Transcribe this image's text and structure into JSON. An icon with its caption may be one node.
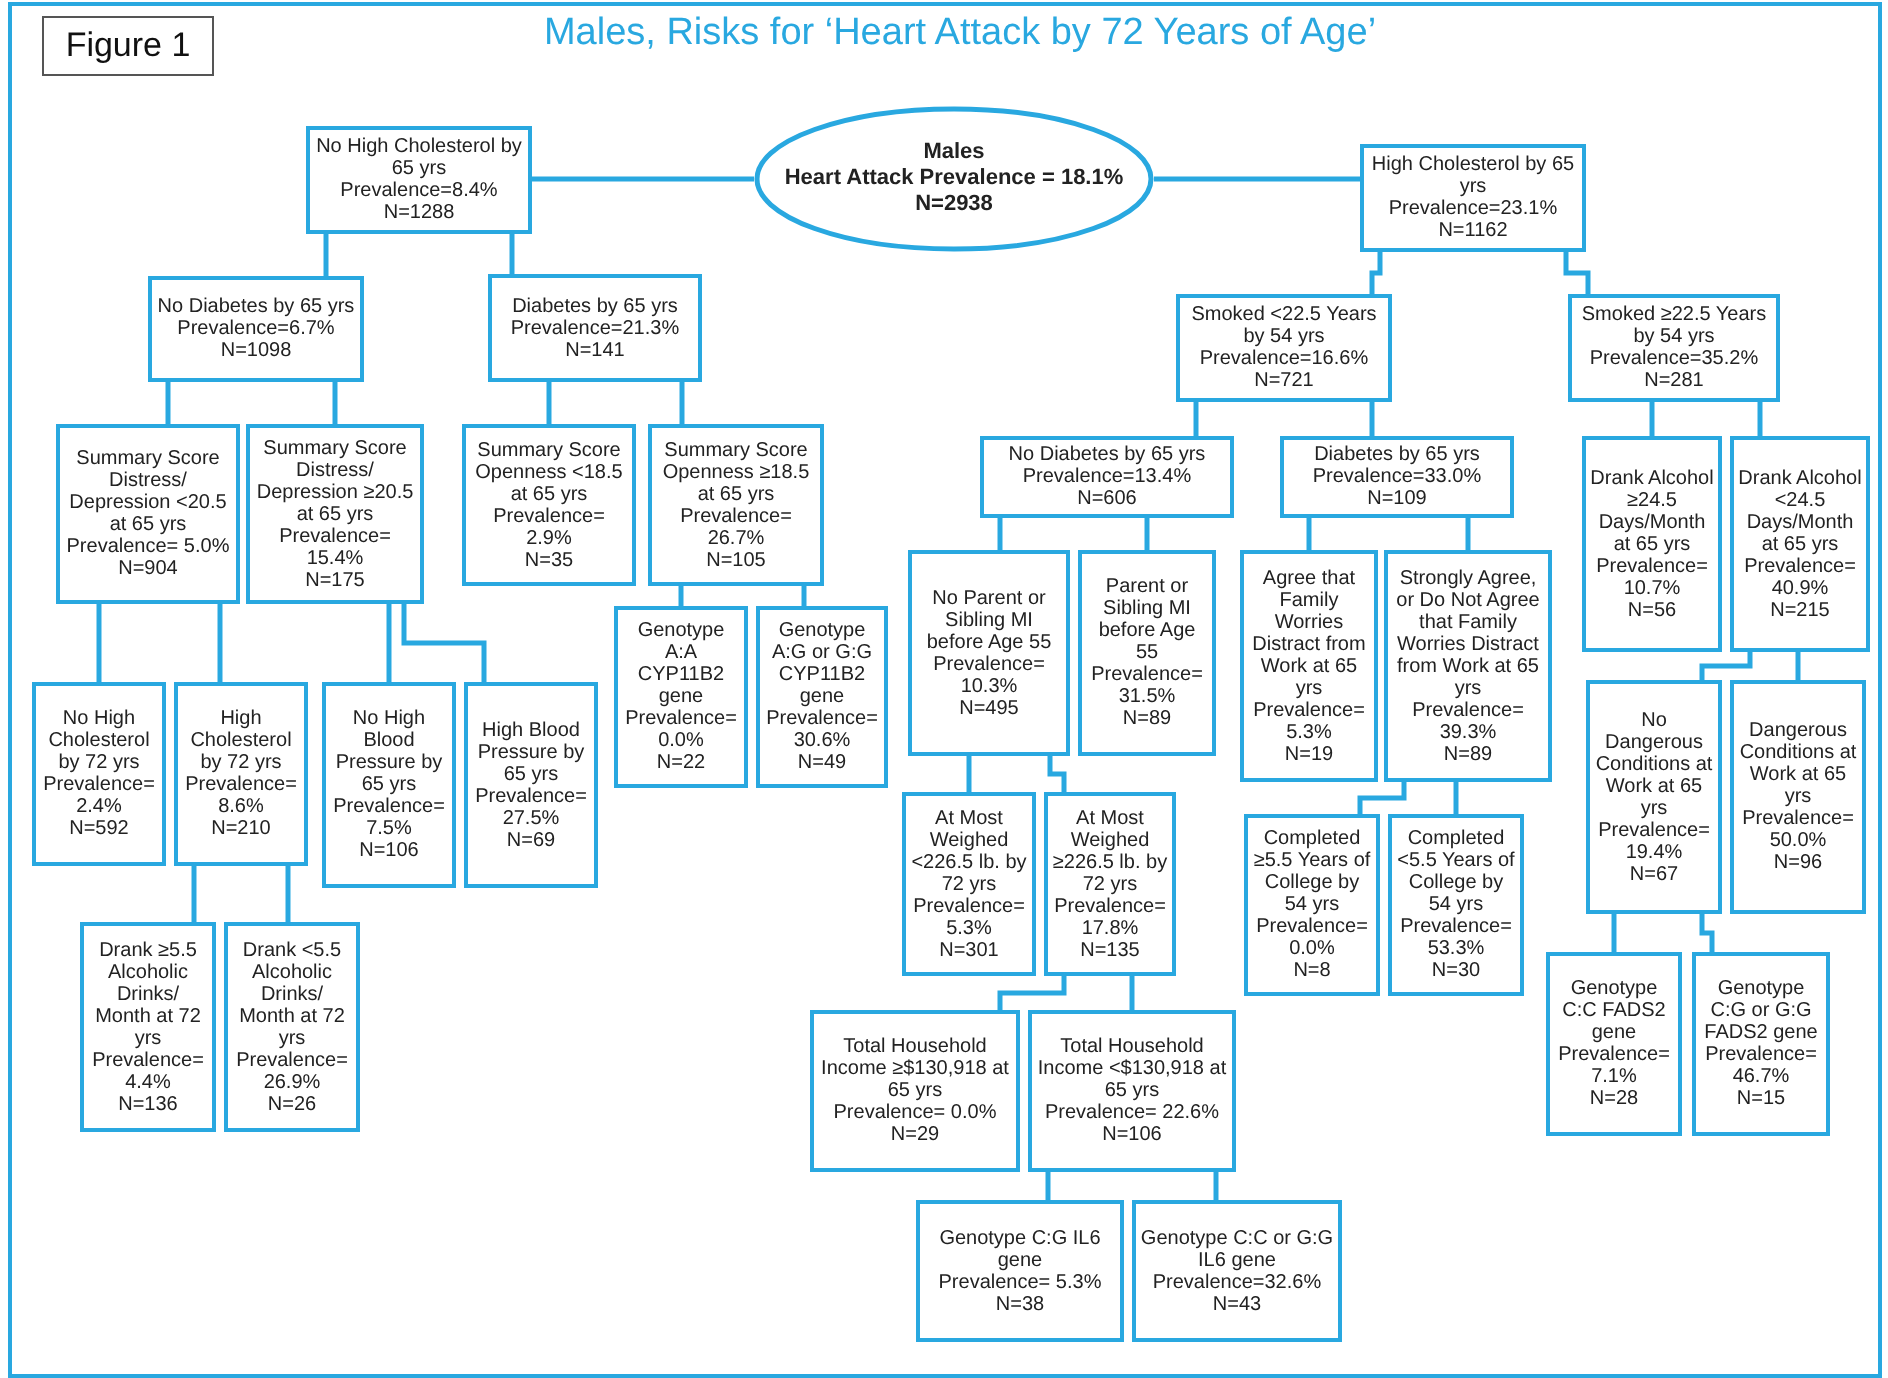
{
  "diagram": {
    "title": "Males, Risks for ‘Heart Attack by 72 Years of Age’",
    "nodes": [
      {
        "text": [
          "Figure 1"
        ]
      },
      {
        "text": [
          "Males",
          "Heart Attack Prevalence = 18.1%",
          "N=2938"
        ]
      },
      {
        "text": [
          "No High Cholesterol by 65 yrs",
          "Prevalence=8.4%",
          "N=1288"
        ]
      },
      {
        "text": [
          "High Cholesterol by 65 yrs",
          "Prevalence=23.1%",
          "N=1162"
        ]
      },
      {
        "text": [
          "No Diabetes by 65 yrs",
          "Prevalence=6.7%",
          "N=1098"
        ]
      },
      {
        "text": [
          "Diabetes by 65 yrs",
          "Prevalence=21.3%",
          "N=141"
        ]
      },
      {
        "text": [
          "Summary Score Distress/ Depression <20.5 at 65 yrs",
          "Prevalence= 5.0%",
          "N=904"
        ]
      },
      {
        "text": [
          "Summary Score Distress/ Depression ≥20.5 at 65 yrs",
          "Prevalence= 15.4%",
          "N=175"
        ]
      },
      {
        "text": [
          "Summary Score Openness <18.5 at 65 yrs",
          "Prevalence= 2.9%",
          "N=35"
        ]
      },
      {
        "text": [
          "Summary Score Openness ≥18.5 at 65 yrs",
          "Prevalence= 26.7%",
          "N=105"
        ]
      },
      {
        "text": [
          "No High Cholesterol by 72 yrs",
          "Prevalence= 2.4%",
          "N=592"
        ]
      },
      {
        "text": [
          "High Cholesterol by 72 yrs",
          "Prevalence= 8.6%",
          "N=210"
        ]
      },
      {
        "text": [
          "No High Blood Pressure by 65 yrs",
          "Prevalence= 7.5%",
          "N=106"
        ]
      },
      {
        "text": [
          "High Blood Pressure by 65 yrs",
          "Prevalence= 27.5%",
          "N=69"
        ]
      },
      {
        "text": [
          "Drank ≥5.5 Alcoholic Drinks/ Month at 72 yrs",
          "Prevalence= 4.4%",
          "N=136"
        ]
      },
      {
        "text": [
          "Drank <5.5 Alcoholic Drinks/ Month at 72 yrs",
          "Prevalence= 26.9%",
          "N=26"
        ]
      },
      {
        "text": [
          "Genotype A:A CYP11B2 gene",
          "Prevalence= 0.0%",
          "N=22"
        ]
      },
      {
        "text": [
          "Genotype A:G or G:G CYP11B2 gene",
          "Prevalence= 30.6%",
          "N=49"
        ]
      },
      {
        "text": [
          "Smoked <22.5 Years by 54 yrs",
          "Prevalence=16.6%",
          "N=721"
        ]
      },
      {
        "text": [
          "Smoked ≥22.5 Years by 54 yrs",
          "Prevalence=35.2%",
          "N=281"
        ]
      },
      {
        "text": [
          "No Diabetes by 65 yrs",
          "Prevalence=13.4%",
          "N=606"
        ]
      },
      {
        "text": [
          "Diabetes by 65 yrs",
          "Prevalence=33.0%",
          "N=109"
        ]
      },
      {
        "text": [
          "Drank Alcohol ≥24.5 Days/Month at 65 yrs",
          "Prevalence= 10.7%",
          "N=56"
        ]
      },
      {
        "text": [
          "Drank Alcohol <24.5 Days/Month at 65 yrs",
          "Prevalence= 40.9%",
          "N=215"
        ]
      },
      {
        "text": [
          "No Parent or Sibling MI before Age 55",
          "Prevalence= 10.3%",
          "N=495"
        ]
      },
      {
        "text": [
          "Parent or Sibling MI before Age 55",
          "Prevalence= 31.5%",
          "N=89"
        ]
      },
      {
        "text": [
          "Agree that Family Worries Distract from Work at 65 yrs",
          "Prevalence= 5.3%",
          "N=19"
        ]
      },
      {
        "text": [
          "Strongly Agree, or Do Not Agree that Family Worries Distract from Work at 65 yrs",
          "Prevalence= 39.3%",
          "N=89"
        ]
      },
      {
        "text": [
          "At Most Weighed <226.5 lb. by 72 yrs",
          "Prevalence= 5.3%",
          "N=301"
        ]
      },
      {
        "text": [
          "At Most Weighed ≥226.5 lb. by 72 yrs",
          "Prevalence= 17.8%",
          "N=135"
        ]
      },
      {
        "text": [
          "Completed ≥5.5 Years of College by 54 yrs",
          "Prevalence= 0.0%",
          "N=8"
        ]
      },
      {
        "text": [
          "Completed <5.5 Years of College by 54 yrs",
          "Prevalence= 53.3%",
          "N=30"
        ]
      },
      {
        "text": [
          "No Dangerous Conditions at Work at 65 yrs",
          "Prevalence= 19.4%",
          "N=67"
        ]
      },
      {
        "text": [
          "Dangerous Conditions at Work at 65 yrs",
          "Prevalence= 50.0%",
          "N=96"
        ]
      },
      {
        "text": [
          "Total Household Income ≥$130,918 at 65 yrs",
          "Prevalence= 0.0%",
          "N=29"
        ]
      },
      {
        "text": [
          "Total Household Income <$130,918 at 65 yrs",
          "Prevalence= 22.6%",
          "N=106"
        ]
      },
      {
        "text": [
          "Genotype C:G IL6 gene",
          "Prevalence= 5.3%",
          "N=38"
        ]
      },
      {
        "text": [
          "Genotype C:C or G:G IL6 gene",
          "Prevalence=32.6%",
          "N=43"
        ]
      },
      {
        "text": [
          "Genotype C:C FADS2 gene",
          "Prevalence= 7.1%",
          "N=28"
        ]
      },
      {
        "text": [
          "Genotype C:G or G:G FADS2 gene",
          "Prevalence= 46.7%",
          "N=15"
        ]
      }
    ],
    "edges": [
      {
        "from": 1,
        "to": 2,
        "arrow": "none"
      },
      {
        "from": 1,
        "to": 3,
        "arrow": "none"
      },
      {
        "from": 2,
        "to": 4,
        "arrow": "none"
      },
      {
        "from": 2,
        "to": 5,
        "arrow": "none"
      },
      {
        "from": 4,
        "to": 6,
        "arrow": "none"
      },
      {
        "from": 4,
        "to": 7,
        "arrow": "none"
      },
      {
        "from": 5,
        "to": 8,
        "arrow": "none"
      },
      {
        "from": 5,
        "to": 9,
        "arrow": "none"
      },
      {
        "from": 6,
        "to": 10,
        "arrow": "none"
      },
      {
        "from": 6,
        "to": 11,
        "arrow": "none"
      },
      {
        "from": 7,
        "to": 12,
        "arrow": "none"
      },
      {
        "from": 7,
        "to": 13,
        "arrow": "none"
      },
      {
        "from": 11,
        "to": 14,
        "arrow": "none"
      },
      {
        "from": 11,
        "to": 15,
        "arrow": "none"
      },
      {
        "from": 9,
        "to": 16,
        "arrow": "none"
      },
      {
        "from": 9,
        "to": 17,
        "arrow": "none"
      },
      {
        "from": 3,
        "to": 18,
        "arrow": "none"
      },
      {
        "from": 3,
        "to": 19,
        "arrow": "none"
      },
      {
        "from": 18,
        "to": 20,
        "arrow": "none"
      },
      {
        "from": 18,
        "to": 21,
        "arrow": "none"
      },
      {
        "from": 19,
        "to": 22,
        "arrow": "none"
      },
      {
        "from": 19,
        "to": 23,
        "arrow": "none"
      },
      {
        "from": 20,
        "to": 24,
        "arrow": "none"
      },
      {
        "from": 20,
        "to": 25,
        "arrow": "none"
      },
      {
        "from": 21,
        "to": 26,
        "arrow": "none"
      },
      {
        "from": 21,
        "to": 27,
        "arrow": "none"
      },
      {
        "from": 24,
        "to": 28,
        "arrow": "none"
      },
      {
        "from": 24,
        "to": 29,
        "arrow": "none"
      },
      {
        "from": 29,
        "to": 34,
        "arrow": "none"
      },
      {
        "from": 29,
        "to": 35,
        "arrow": "none"
      },
      {
        "from": 35,
        "to": 36,
        "arrow": "none"
      },
      {
        "from": 35,
        "to": 37,
        "arrow": "none"
      },
      {
        "from": 27,
        "to": 30,
        "arrow": "none"
      },
      {
        "from": 27,
        "to": 31,
        "arrow": "none"
      },
      {
        "from": 23,
        "to": 32,
        "arrow": "none"
      },
      {
        "from": 23,
        "to": 33,
        "arrow": "none"
      },
      {
        "from": 32,
        "to": 38,
        "arrow": "none"
      },
      {
        "from": 32,
        "to": 39,
        "arrow": "none"
      }
    ]
  }
}
